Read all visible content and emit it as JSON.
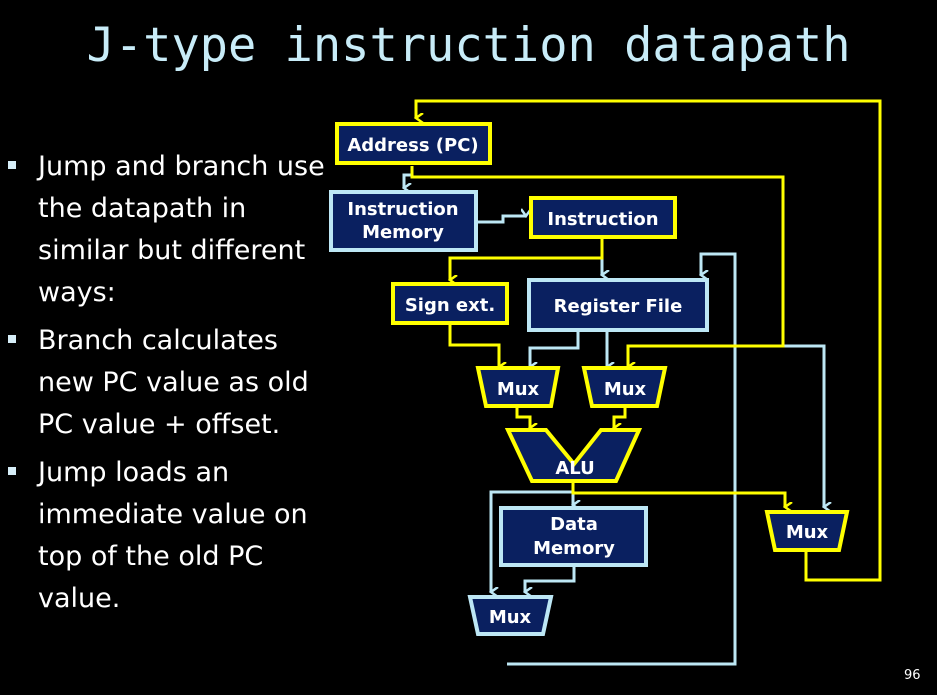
{
  "slide": {
    "title": "J-type instruction datapath",
    "page_number": "96",
    "bullets": [
      "Jump and branch use the datapath in similar but different ways:",
      "Branch calculates new PC value as old PC value + offset.",
      "Jump loads an immediate value on top of the old PC value."
    ]
  },
  "diagram": {
    "colors": {
      "highlight": "#ffff00",
      "normal": "#bde7f5",
      "block_fill": "#0a2060"
    },
    "blocks": {
      "pc": "Address (PC)",
      "imem_line1": "Instruction",
      "imem_line2": "Memory",
      "instr": "Instruction",
      "signext": "Sign ext.",
      "regfile": "Register File",
      "mux_a": "Mux",
      "mux_b": "Mux",
      "alu": "ALU",
      "dmem_line1": "Data",
      "dmem_line2": "Memory",
      "mux_wb": "Mux",
      "mux_pc": "Mux"
    }
  }
}
